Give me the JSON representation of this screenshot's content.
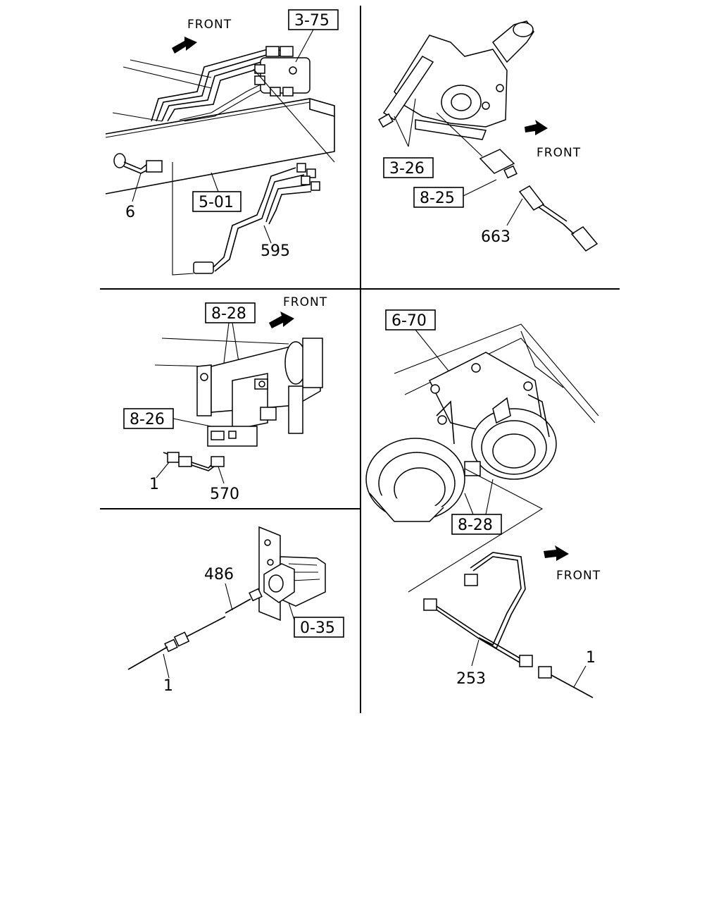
{
  "panels": {
    "top_left": {
      "front": "FRONT",
      "ref_boxes": [
        "3-75",
        "5-01"
      ],
      "callouts": [
        "6",
        "595"
      ]
    },
    "top_right": {
      "front": "FRONT",
      "ref_boxes": [
        "3-26",
        "8-25"
      ],
      "callouts": [
        "663"
      ]
    },
    "mid_left": {
      "front": "FRONT",
      "ref_boxes": [
        "8-28",
        "8-26"
      ],
      "callouts": [
        "1",
        "570"
      ]
    },
    "bottom_left": {
      "ref_boxes": [
        "0-35"
      ],
      "callouts": [
        "486",
        "1"
      ]
    },
    "right_lower": {
      "front": "FRONT",
      "ref_boxes": [
        "6-70",
        "8-28"
      ],
      "callouts": [
        "253",
        "1"
      ]
    }
  }
}
